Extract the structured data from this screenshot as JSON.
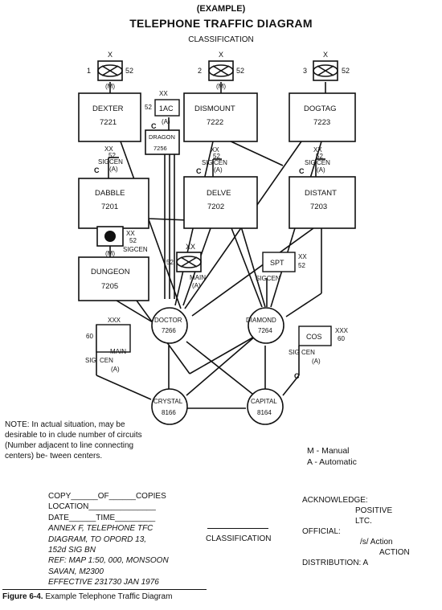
{
  "header": {
    "subtitle": "(EXAMPLE)",
    "title": "TELEPHONE TRAFFIC DIAGRAM",
    "classification": "CLASSIFICATION"
  },
  "switches": {
    "s1": {
      "x": "X",
      "num": "1",
      "circuits": "52",
      "mode": "(M)"
    },
    "s2": {
      "x": "X",
      "num": "2",
      "circuits": "52",
      "mode": "(M)"
    },
    "s3": {
      "x": "X",
      "num": "3",
      "circuits": "52",
      "mode": ""
    },
    "main": {
      "xx": "XX",
      "num": "52",
      "name": "MAIN",
      "mode": "(A)"
    }
  },
  "nodes": {
    "dexter": {
      "name": "DEXTER",
      "number": "7221"
    },
    "dismount": {
      "name": "DISMOUNT",
      "number": "7222"
    },
    "dogtag": {
      "name": "DOGTAG",
      "number": "7223"
    },
    "dabble": {
      "name": "DABBLE",
      "number": "7201"
    },
    "delve": {
      "name": "DELVE",
      "number": "7202"
    },
    "distant": {
      "name": "DISTANT",
      "number": "7203"
    },
    "dungeon": {
      "name": "DUNGEON",
      "number": "7205"
    },
    "dragon": {
      "name": "DRAGON",
      "number": "7256"
    },
    "doctor": {
      "name": "DOCTOR",
      "number": "7266"
    },
    "diamond": {
      "name": "DIAMOND",
      "number": "7264"
    },
    "crystal": {
      "name": "CRYSTAL",
      "number": "8166"
    },
    "capital": {
      "name": "CAPITAL",
      "number": "8164"
    }
  },
  "tags": {
    "oneac": {
      "xx": "XX",
      "num": "52",
      "name": "1AC",
      "mode": "(A)"
    },
    "sigcen1": {
      "xx": "XX",
      "num": "52",
      "sig": "SIG",
      "cen": "CEN",
      "mode": "(A)"
    },
    "sigcen2": {
      "xx": "XX",
      "num": "52",
      "sig": "SIG",
      "cen": "CEN",
      "mode": "(A)"
    },
    "sigcen3": {
      "xx": "XX",
      "num": "52",
      "sig": "SIG",
      "cen": "CEN",
      "mode": "(A)"
    },
    "dungeonsig": {
      "xx": "XX",
      "num": "52",
      "sigcen": "SIGCEN",
      "mode": "(M)"
    },
    "spt": {
      "name": "SPT",
      "xx": "XX",
      "num": "52",
      "sigcen": "SIGCEN"
    },
    "mainleft": {
      "xxx": "XXX",
      "num": "60",
      "name": "MAIN",
      "sig": "SIG",
      "cen": "CEN",
      "mode": "(A)"
    },
    "cos": {
      "name": "COS",
      "xxx": "XXX",
      "num": "60",
      "sig": "SIG",
      "cen": "CEN",
      "mode": "(A)"
    }
  },
  "note": "NOTE: In actual situation, may be desirable to in clude number of circuits (Number adjacent to line connecting centers) be- tween centers.",
  "legend": {
    "manual": "M  -  Manual",
    "automatic": "A  -  Automatic"
  },
  "block": {
    "copy": "COPY______OF______COPIES",
    "location": "LOCATION_______________",
    "date": "DATE______TIME_________",
    "annex": "ANNEX F, TELEPHONE TFC",
    "diagram": "DIAGRAM, TO OPORD 13,",
    "unit": "152d SIG BN",
    "ref": "REF: MAP 1:50, 000, MONSOON",
    "savan": "SAVAN, M2300",
    "effective": "EFFECTIVE 231730 JAN 1976"
  },
  "classification_bottom": "CLASSIFICATION",
  "right_block": {
    "acknowledge": "ACKNOWLEDGE:",
    "positive": "POSITIVE",
    "ltc": "LTC.",
    "official": "OFFICIAL:",
    "s_action": "/s/ Action",
    "action": "ACTION",
    "distribution": "DISTRIBUTION:  A"
  },
  "caption": {
    "label": "Figure 6-4.",
    "text": "Example Telephone Traffic Diagram"
  }
}
